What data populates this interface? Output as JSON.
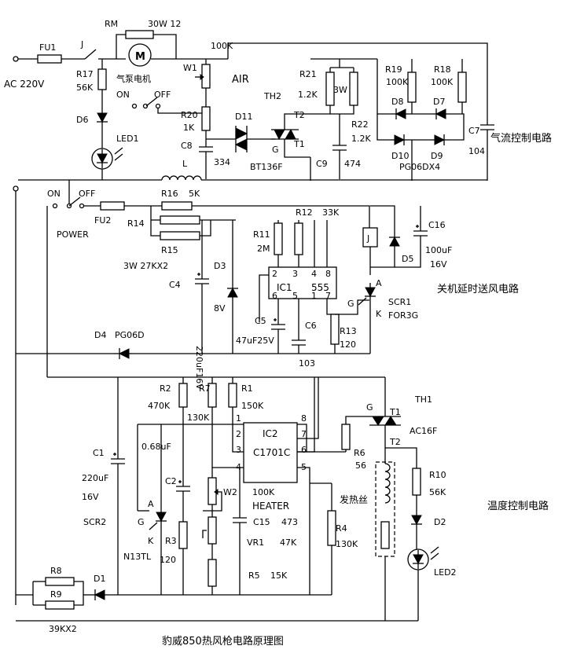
{
  "title": "豹威850热风枪电路原理图",
  "sections": {
    "airflow": "气流控制电路",
    "shutdown": "关机延时送风电路",
    "temperature": "温度控制电路"
  },
  "labels": {
    "ac": "AC 220V",
    "fu1": "FU1",
    "j_sw": "J",
    "rm": "RM",
    "rm_val": "30W 12",
    "motor": "气泵电机",
    "r17": "R17",
    "r17_val": "56K",
    "on1": "ON",
    "off1": "OFF",
    "d6": "D6",
    "led1": "LED1",
    "w1": "W1",
    "air": "AIR",
    "k100": "100K",
    "r20": "R20",
    "r20_val": "1K",
    "c8": "C8",
    "c8_val": "334",
    "d11": "D11",
    "th2": "TH2",
    "t2a": "T2",
    "t1a": "T1",
    "g_a": "G",
    "bt": "BT136F",
    "l": "L",
    "r21": "R21",
    "r21_val": "1.2K",
    "w3": "3W",
    "r22": "R22",
    "r22_val": "1.2K",
    "c9": "C9",
    "c9_val": "474",
    "r19": "R19",
    "r19_val": "100K",
    "r18": "R18",
    "r18_val": "100K",
    "d8": "D8",
    "d7": "D7",
    "d10": "D10",
    "d9": "D9",
    "pg": "PG06DX4",
    "c7": "C7",
    "c7_val": "104",
    "on2": "ON",
    "off2": "OFF",
    "power": "POWER",
    "fu2": "FU2",
    "r16": "R16",
    "r16_val": "5K",
    "r14": "R14",
    "r15": "R15",
    "r15_val": "3W   27KX2",
    "c4": "C4",
    "c4_val": "220uF16V",
    "d3": "D3",
    "d3_val": "8V",
    "r11": "R11",
    "r11_val": "2M",
    "r12": "R12",
    "r12_val": "33K",
    "p2": "2",
    "p3": "3",
    "p4": "4",
    "p8": "8",
    "p6": "6",
    "p5": "5",
    "p1": "1",
    "p7": "7",
    "ic1": "IC1",
    "n555": "555",
    "c5": "C5",
    "c5_val": "47uF25V",
    "c6": "C6",
    "c6_val": "103",
    "r13": "R13",
    "r13_val": "120",
    "j_coil": "J",
    "d5": "D5",
    "c16": "C16",
    "c16_val": "100uF",
    "c16_v": "16V",
    "a1": "A",
    "g1": "G",
    "k1": "K",
    "scr1": "SCR1",
    "scr1_val": "FOR3G",
    "d4": "D4",
    "d4_val": "PG06D",
    "r2": "R2",
    "r2_val": "470K",
    "r7": "R7",
    "r7_val": "130K",
    "r1": "R1",
    "r1_val": "150K",
    "ic2p1": "1",
    "ic2p2": "2",
    "ic2p3": "3",
    "ic2p4": "4",
    "ic2p8": "8",
    "ic2p7": "7",
    "ic2p6": "6",
    "ic2p5": "5",
    "ic2": "IC2",
    "c1701": "C1701C",
    "c1": "C1",
    "c1_val": "220uF",
    "c1_v": "16V",
    "c068": "0.68uF",
    "c2": "C2",
    "w2": "W2",
    "k100b": "100K",
    "heater": "HEATER",
    "c15": "C15",
    "c15_val": "473",
    "vr1": "VR1",
    "vr1_val": "47K",
    "r5": "R5",
    "r5_val": "15K",
    "r3": "R3",
    "r3_val": "120",
    "a2": "A",
    "g2": "G",
    "k2": "K",
    "scr2": "SCR2",
    "n13": "N13TL",
    "r4": "R4",
    "r4_val": "130K",
    "r6": "R6",
    "r6_val": "56",
    "th1": "TH1",
    "t1b": "T1",
    "g3": "G",
    "t2b": "T2",
    "ac16": "AC16F",
    "fare": "发热丝",
    "r10": "R10",
    "r10_val": "56K",
    "d2": "D2",
    "led2": "LED2",
    "r8": "R8",
    "r9": "R9",
    "d1": "D1",
    "r89_val": "39KX2"
  }
}
